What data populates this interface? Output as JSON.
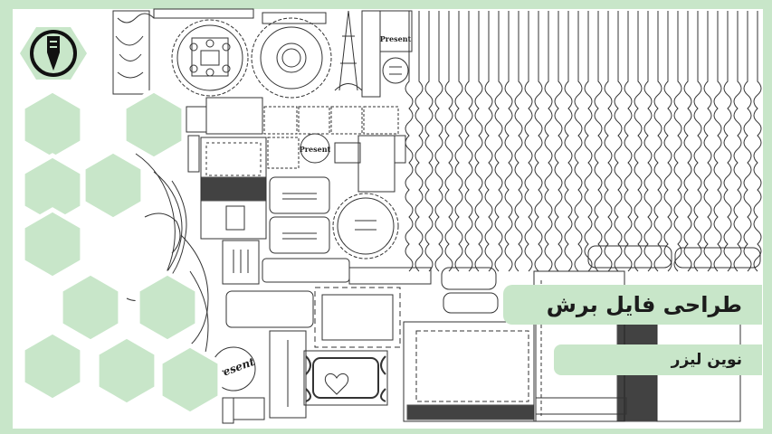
{
  "banner": {
    "title": "طراحی فایل برش",
    "subtitle": "نوین لیزر",
    "accent_color": "#c8e6c9"
  },
  "artwork": {
    "engraved_words": [
      "Present",
      "Present",
      "Present"
    ]
  },
  "logo": {
    "icon": "laser-nozzle-icon"
  }
}
